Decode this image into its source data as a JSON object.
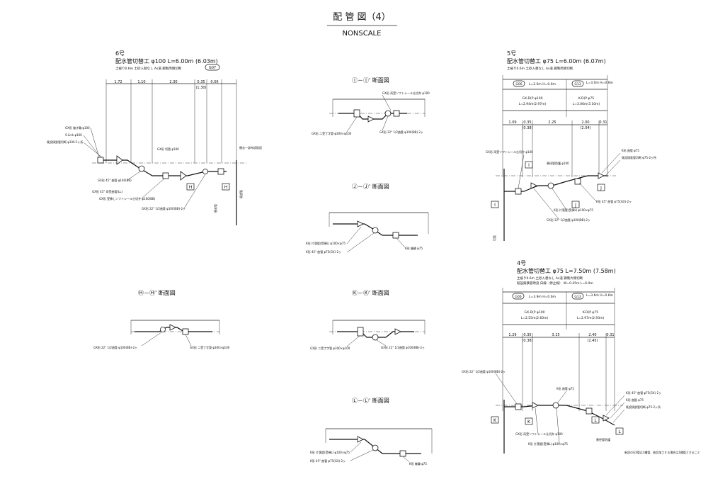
{
  "header": {
    "title": "配 管 図（4）",
    "subtitle": "NONSCALE"
  },
  "plan6": {
    "no": "6号",
    "title": "配水管切替工 φ100 L=6.00m (6.03m)",
    "spec": "土被り0.6m 土砂入替なし As道 鋼製両側切断",
    "tag": "G07",
    "dims": [
      "1.72",
      "1.10",
      "2.30",
      "0.35",
      "0.56",
      "(1.30)"
    ],
    "labels": {
      "l1": "GX形 継ぎ輪 φ100",
      "l2": "S-Link φ100",
      "l3": "既設鋳鉄管切断 φ100-2ヶ所",
      "l4": "GX形 45° 曲管 φ100(BB)",
      "l5": "GX形 45° 両受曲管(LL)",
      "l6": "GX形 受挿しソフトシール仕切弁 φ100(BB)",
      "l7": "GX形 22° 1/2曲管 φ100(BB)-2ヶ",
      "l8": "GX形 切管 φ100",
      "l9": "撤去一部布設既設",
      "l10": "撤去管",
      "l11": "既設管"
    },
    "markers": [
      "H",
      "H"
    ]
  },
  "plan5": {
    "no": "5号",
    "title": "配水管切替工 φ75 L=6.00m (6.07m)",
    "spec": "土被り0.6m 土砂入替なし As道 鋼製両側切断",
    "seg1_tag": "G06",
    "seg1_text": "L=2.6m H=0.6m",
    "seg2_tag": "G13",
    "seg2_text": "L=3.0m H=0.6m",
    "pipe1": "GX-D(P φ100",
    "pipe1_len": "L=2.94m(2.97m)",
    "pipe2": "K-D(P φ75",
    "pipe2_len": "L=3.06m(3.10m)",
    "dims": [
      "1.09",
      "0.35",
      "(0.38)",
      "2.25",
      "2.00",
      "(2.04)",
      "0.31"
    ],
    "labels": {
      "l1": "GX形 両受ソフトシール仕切弁 φ100",
      "l2": "異径管防護 φ100",
      "l3": "K形 曲管 φ75",
      "l4": "既設鋳鉄管切断 φ75-2ヶ所",
      "l5": "K形 45° 曲管 φ75(GX)-2ヶ",
      "l6": "K形 片落管(受挿L) φ100×φ75",
      "l7": "GX形 22° 1/2曲管 φ100(BB)-2ヶ",
      "l8": "切管"
    },
    "markers": [
      "I",
      "I",
      "J",
      "J"
    ]
  },
  "plan4": {
    "no": "4号",
    "title": "配水管切替工 φ75 L=7.50m (7.58m)",
    "spec": "土被り0.6m 土砂入替なし As道 鋼製片側切断",
    "spec2": "既設鋳鉄管改良 白線（停止線） W=0.45m L=6.0m",
    "seg1_tag": "G06",
    "seg1_text": "L=3.9m H=0.6m",
    "seg2_tag": "G13",
    "seg2_text": "L=3.6m H=0.6m",
    "pipe1": "GX-D(P φ100",
    "pipe1_len": "L=2.55m(2.60m)",
    "pipe2": "K-D(P φ75",
    "pipe2_len": "L=2.97m(2.93m)",
    "dims": [
      "1.29",
      "0.35",
      "(0.38)",
      "3.15",
      "2.40",
      "(2.45)",
      "0.31"
    ],
    "labels": {
      "l1": "GX形 22° 1/2曲管 φ100(BB)-2ヶ",
      "l2": "K形 曲管 φ75",
      "l3": "K形 45° 曲管 φ75(GX)-2ヶ",
      "l4": "K形 曲管 φ75",
      "l5": "既設鋳鉄管切断 φ75-2ヶ所",
      "l6": "GX形 両受ソフトシール仕切弁 φ100",
      "l7": "K形 片落管(受挿L) φ100×φ75",
      "l8": "異径管防護",
      "l9": "新設のGX管は3種管、曲切加工する場合は1種管とすること"
    },
    "markers": [
      "K",
      "K",
      "L",
      "L"
    ]
  },
  "secI": {
    "title": "Ⓘ－Ⓘ' 断面図",
    "labels": [
      "GX形 両受ソフトシール仕切弁 φ100",
      "GX形 二受丁字管 φ300×φ100",
      "GX形 22° 1/2曲管 φ100(BB)-2ヶ"
    ]
  },
  "secJ": {
    "title": "Ⓙ－Ⓙ' 断面図",
    "labels": [
      "K形 片落管(受挿L) φ100×φ75",
      "K形 45° 曲管 φ75(GX)-2ヶ",
      "K形 継輪 φ75"
    ]
  },
  "secH": {
    "title": "Ⓗ－Ⓗ' 断面図",
    "labels": [
      "GX形 22° 1/2曲管 φ100(BB)-2ヶ",
      "GX形 二受丁字管 φ300×φ100"
    ]
  },
  "secK": {
    "title": "Ⓚ－Ⓚ' 断面図",
    "labels": [
      "GX形 二受丁字管 φ300×φ100",
      "GX形 22° 1/2曲管 φ100(BB)-2ヶ"
    ]
  },
  "secL": {
    "title": "Ⓛ－Ⓛ' 断面図",
    "labels": [
      "K形 片落管(受挿L) φ100×φ75",
      "K形 45° 曲管 φ75(GX)-2ヶ",
      "K形 継輪 φ75"
    ]
  }
}
